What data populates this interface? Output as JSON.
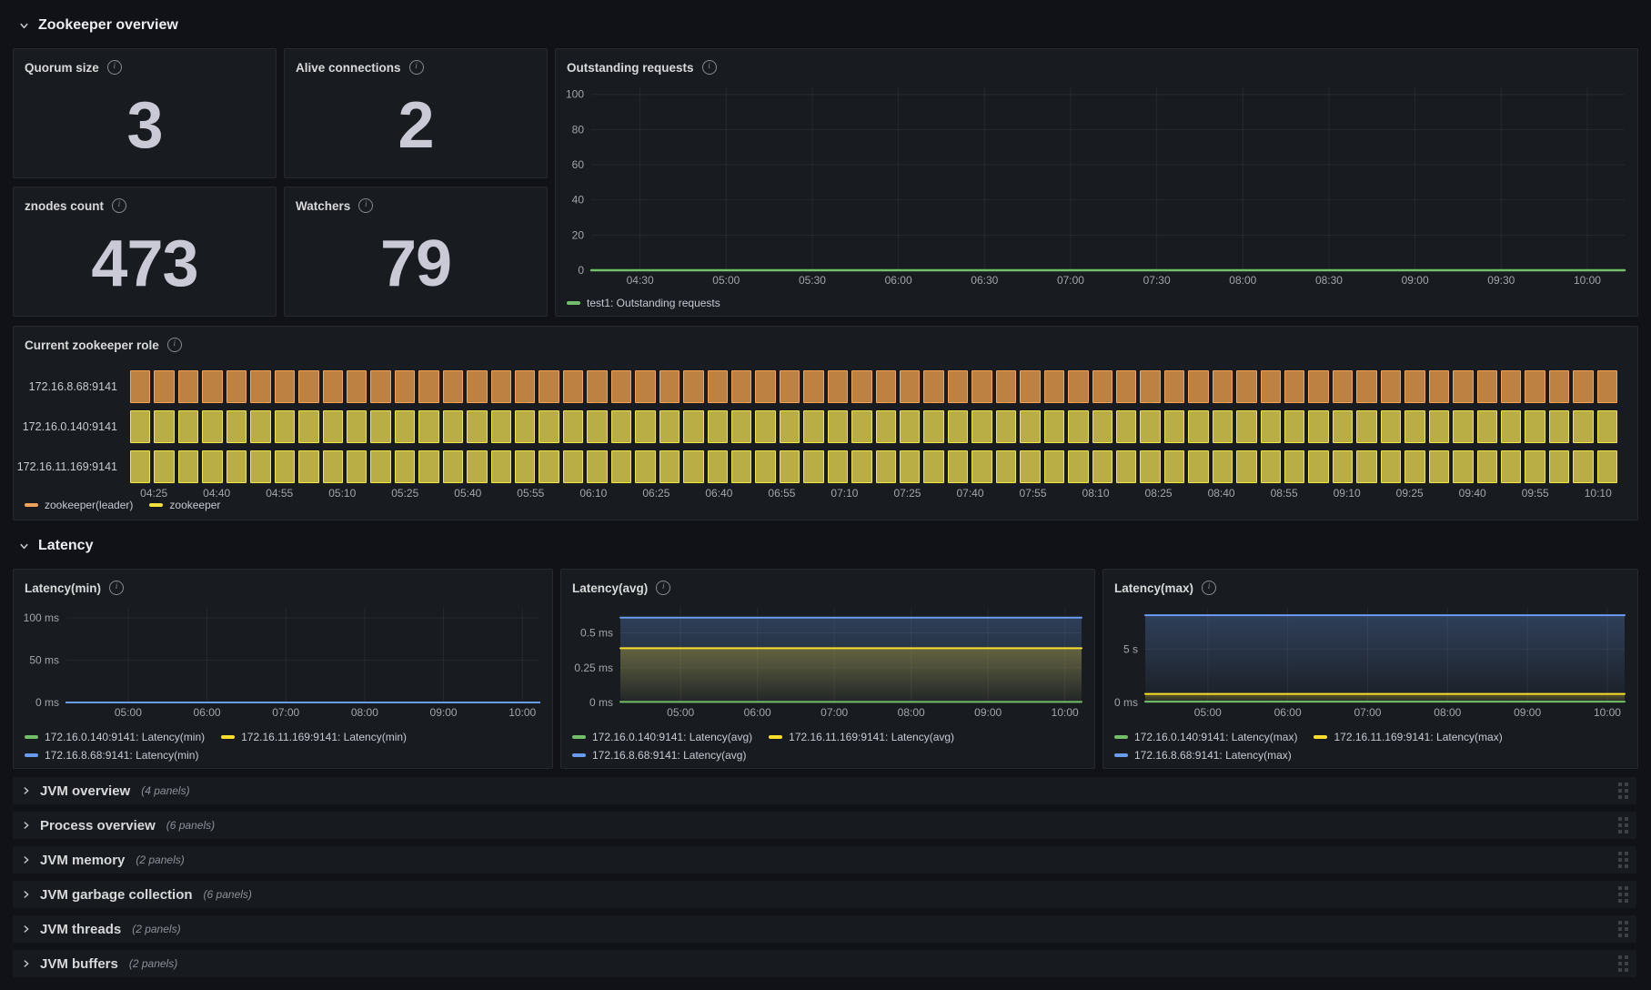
{
  "sections": [
    {
      "title": "Zookeeper overview",
      "state": "expanded"
    },
    {
      "title": "Latency",
      "state": "expanded"
    }
  ],
  "stats": [
    {
      "title": "Quorum size",
      "value": "3"
    },
    {
      "title": "Alive connections",
      "value": "2"
    },
    {
      "title": "znodes count",
      "value": "473"
    },
    {
      "title": "Watchers",
      "value": "79"
    }
  ],
  "collapsed_rows": [
    {
      "title": "JVM overview",
      "count": "(4 panels)"
    },
    {
      "title": "Process overview",
      "count": "(6 panels)"
    },
    {
      "title": "JVM memory",
      "count": "(2 panels)"
    },
    {
      "title": "JVM garbage collection",
      "count": "(6 panels)"
    },
    {
      "title": "JVM threads",
      "count": "(2 panels)"
    },
    {
      "title": "JVM buffers",
      "count": "(2 panels)"
    }
  ],
  "colors": {
    "green": "#73bf69",
    "yellow": "#fade2a",
    "blue": "#699cf0",
    "orange_fill": "#bd8142",
    "orange_border": "#f7a254",
    "yellow_fill": "#b9ae45",
    "yellow_border": "#f0e446"
  },
  "chart_data": [
    {
      "id": "outstanding_requests",
      "type": "line",
      "title": "Outstanding requests",
      "x_axis": {
        "start": "04:13",
        "end": "10:13",
        "ticks": [
          "04:30",
          "05:00",
          "05:30",
          "06:00",
          "06:30",
          "07:00",
          "07:30",
          "08:00",
          "08:30",
          "09:00",
          "09:30",
          "10:00"
        ]
      },
      "y_axis": {
        "min": 0,
        "max": 104,
        "ticks": [
          {
            "v": 0,
            "label": "0"
          },
          {
            "v": 20,
            "label": "20"
          },
          {
            "v": 40,
            "label": "40"
          },
          {
            "v": 60,
            "label": "60"
          },
          {
            "v": 80,
            "label": "80"
          },
          {
            "v": 100,
            "label": "100"
          }
        ]
      },
      "series": [
        {
          "name": "test1: Outstanding requests",
          "color": "#73bf69",
          "value": 0,
          "fill": false,
          "width": 2.5
        }
      ]
    },
    {
      "id": "current_zookeeper_role",
      "type": "state-timeline",
      "title": "Current zookeeper role",
      "x_axis": {
        "ticks": [
          "04:25",
          "04:40",
          "04:55",
          "05:10",
          "05:25",
          "05:40",
          "05:55",
          "06:10",
          "06:25",
          "06:40",
          "06:55",
          "07:10",
          "07:25",
          "07:40",
          "07:55",
          "08:10",
          "08:25",
          "08:40",
          "08:55",
          "09:10",
          "09:25",
          "09:40",
          "09:55",
          "10:10"
        ]
      },
      "rows": [
        {
          "label": "172.16.8.68:9141",
          "state": "zookeeper(leader)"
        },
        {
          "label": "172.16.0.140:9141",
          "state": "zookeeper"
        },
        {
          "label": "172.16.11.169:9141",
          "state": "zookeeper"
        }
      ],
      "states": {
        "zookeeper(leader)": {
          "fill": "#bd8142",
          "border": "#f7a254"
        },
        "zookeeper": {
          "fill": "#b9ae45",
          "border": "#f0e446"
        }
      },
      "legend": [
        {
          "label": "zookeeper(leader)",
          "color": "#f2a35b"
        },
        {
          "label": "zookeeper",
          "color": "#f2e13e"
        }
      ]
    },
    {
      "id": "latency_min",
      "type": "line",
      "title": "Latency(min)",
      "x_axis": {
        "start": "04:13",
        "end": "10:13",
        "ticks": [
          "05:00",
          "06:00",
          "07:00",
          "08:00",
          "09:00",
          "10:00"
        ]
      },
      "y_axis": {
        "min": 0,
        "max": 112,
        "ticks": [
          {
            "v": 0,
            "label": "0 ms"
          },
          {
            "v": 50,
            "label": "50 ms"
          },
          {
            "v": 100,
            "label": "100 ms"
          }
        ]
      },
      "series": [
        {
          "name": "172.16.0.140:9141: Latency(min)",
          "color": "#73bf69",
          "value": 0,
          "fill": true,
          "width": 2
        },
        {
          "name": "172.16.11.169:9141: Latency(min)",
          "color": "#fade2a",
          "value": 0,
          "fill": true,
          "width": 2
        },
        {
          "name": "172.16.8.68:9141: Latency(min)",
          "color": "#699cf0",
          "value": 0,
          "fill": true,
          "width": 2
        }
      ]
    },
    {
      "id": "latency_avg",
      "type": "line",
      "title": "Latency(avg)",
      "x_axis": {
        "start": "04:13",
        "end": "10:13",
        "ticks": [
          "05:00",
          "06:00",
          "07:00",
          "08:00",
          "09:00",
          "10:00"
        ]
      },
      "y_axis": {
        "min": 0,
        "max": 0.68,
        "ticks": [
          {
            "v": 0,
            "label": "0 ms"
          },
          {
            "v": 0.25,
            "label": "0.25 ms"
          },
          {
            "v": 0.5,
            "label": "0.5 ms"
          }
        ]
      },
      "series": [
        {
          "name": "172.16.0.140:9141: Latency(avg)",
          "color": "#73bf69",
          "value": 0.004,
          "fill": true,
          "width": 2
        },
        {
          "name": "172.16.11.169:9141: Latency(avg)",
          "color": "#fade2a",
          "value": 0.39,
          "fill": true,
          "width": 2
        },
        {
          "name": "172.16.8.68:9141: Latency(avg)",
          "color": "#699cf0",
          "value": 0.61,
          "fill": true,
          "width": 2
        }
      ]
    },
    {
      "id": "latency_max",
      "type": "line",
      "title": "Latency(max)",
      "x_axis": {
        "start": "04:13",
        "end": "10:13",
        "ticks": [
          "05:00",
          "06:00",
          "07:00",
          "08:00",
          "09:00",
          "10:00"
        ]
      },
      "y_axis": {
        "min": 0,
        "max": 8.9,
        "ticks": [
          {
            "v": 0,
            "label": "0 ms"
          },
          {
            "v": 5,
            "label": "5 s"
          }
        ]
      },
      "series": [
        {
          "name": "172.16.0.140:9141: Latency(max)",
          "color": "#73bf69",
          "value": 0.07,
          "fill": true,
          "width": 2
        },
        {
          "name": "172.16.11.169:9141: Latency(max)",
          "color": "#fade2a",
          "value": 0.8,
          "fill": true,
          "width": 2
        },
        {
          "name": "172.16.8.68:9141: Latency(max)",
          "color": "#699cf0",
          "value": 8.2,
          "fill": true,
          "width": 2
        }
      ]
    }
  ]
}
